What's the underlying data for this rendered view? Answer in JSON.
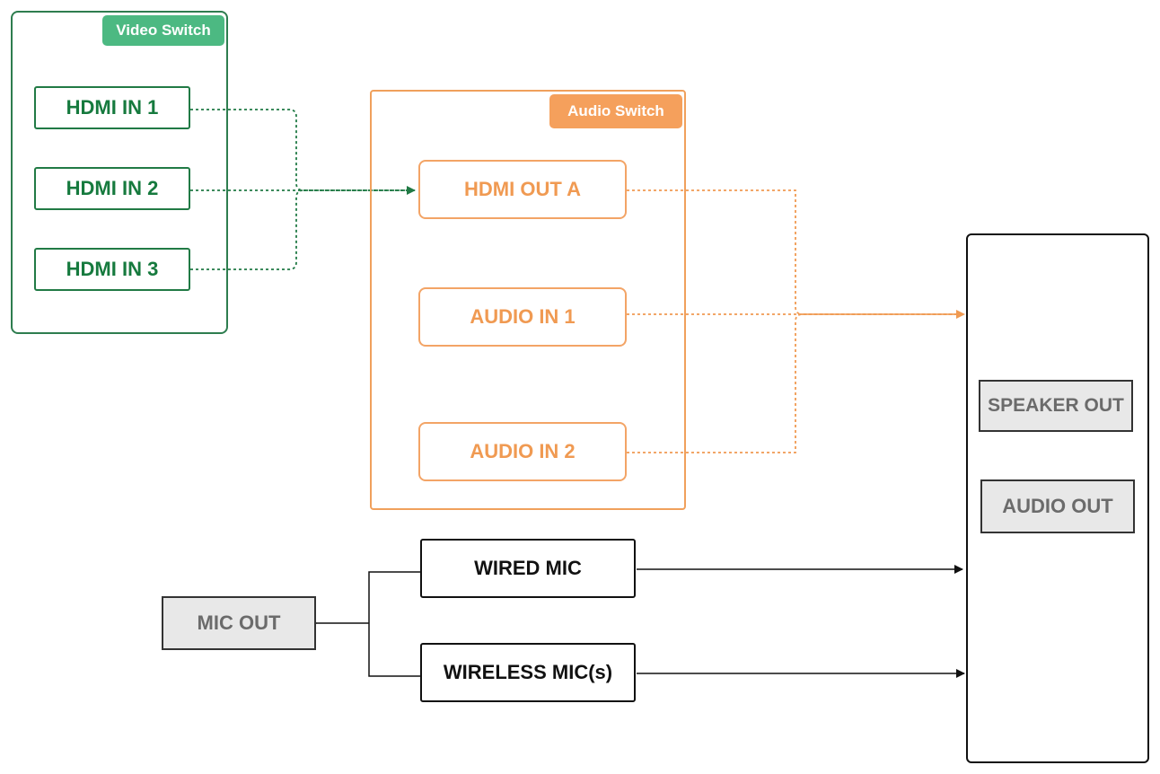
{
  "video_switch": {
    "title": "Video Switch",
    "inputs": [
      "HDMI IN 1",
      "HDMI IN 2",
      "HDMI IN 3"
    ]
  },
  "audio_switch": {
    "title": "Audio Switch",
    "hdmi_out": "HDMI OUT A",
    "audio_in_1": "AUDIO IN 1",
    "audio_in_2": "AUDIO IN 2"
  },
  "output_device": {
    "speaker_out": "SPEAKER OUT",
    "audio_out": "AUDIO OUT"
  },
  "mics": {
    "wired": "WIRED MIC",
    "wireless": "WIRELESS MIC(s)",
    "mic_out": "MIC OUT"
  },
  "colors": {
    "video": "#2e7d4f",
    "audio": "#f0a05c",
    "mic": "#111111"
  }
}
